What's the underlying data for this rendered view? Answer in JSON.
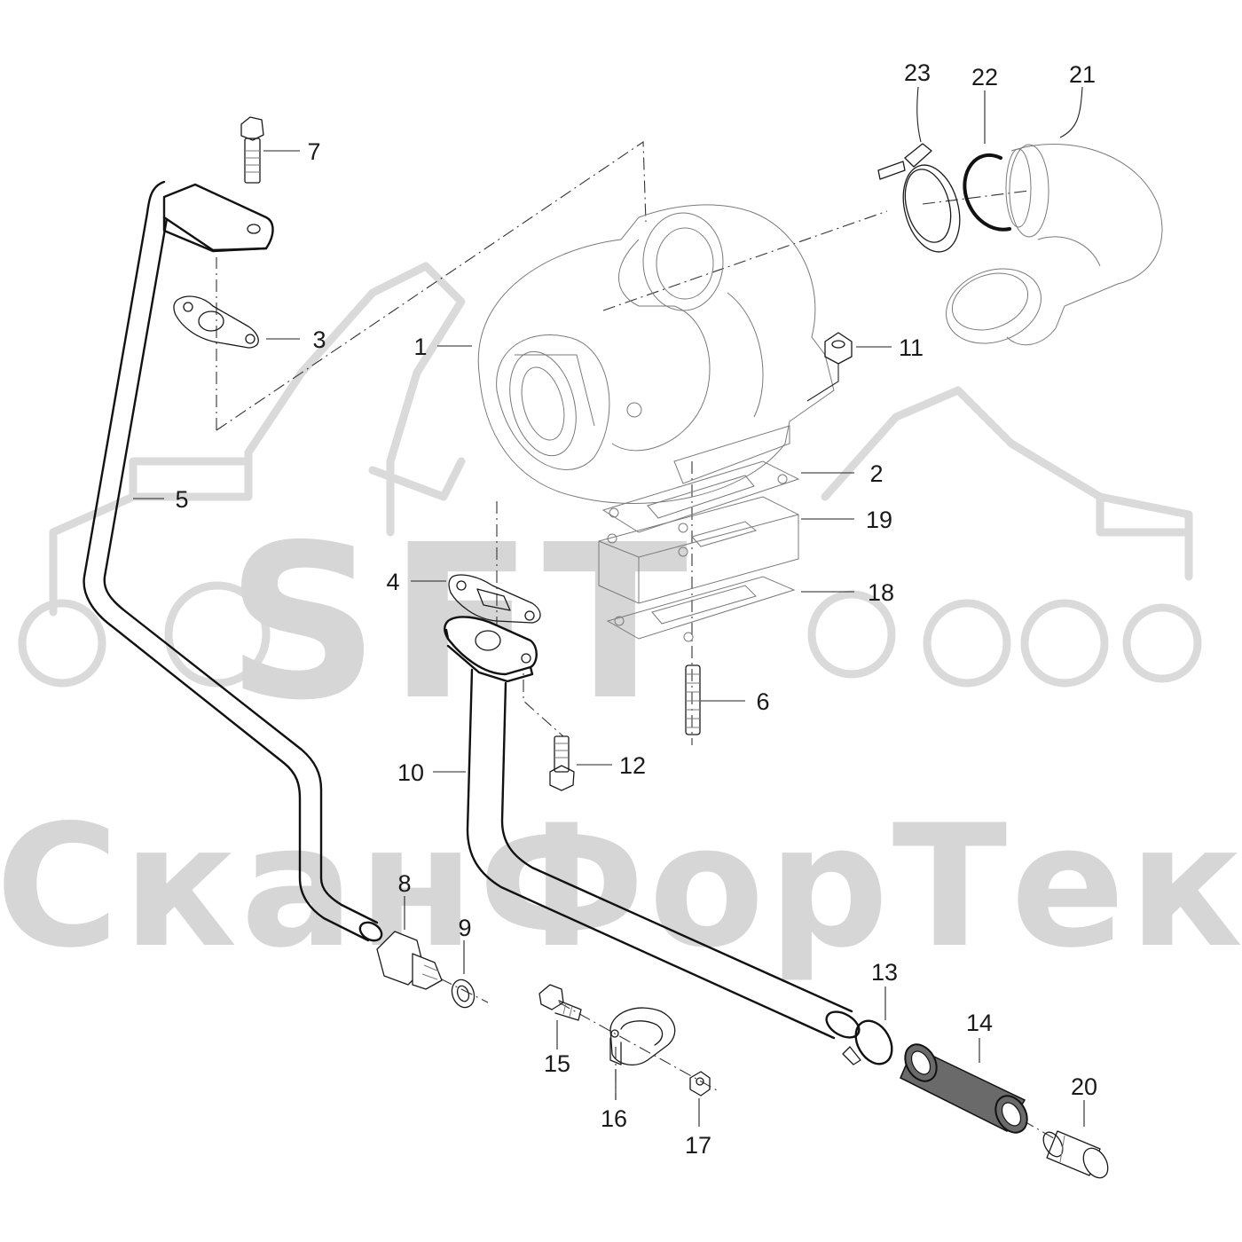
{
  "watermark": {
    "logo_text": "SFT",
    "company_text": "СканФорТек"
  },
  "callouts": {
    "c1": "1",
    "c2": "2",
    "c3": "3",
    "c4": "4",
    "c5": "5",
    "c6": "6",
    "c7": "7",
    "c8": "8",
    "c9": "9",
    "c10": "10",
    "c11": "11",
    "c12": "12",
    "c13": "13",
    "c14": "14",
    "c15": "15",
    "c16": "16",
    "c17": "17",
    "c18": "18",
    "c19": "19",
    "c20": "20",
    "c21": "21",
    "c22": "22",
    "c23": "23"
  },
  "colors": {
    "line": "#1a1a1a",
    "watermark": "#d6d6d6",
    "background": "#ffffff"
  }
}
